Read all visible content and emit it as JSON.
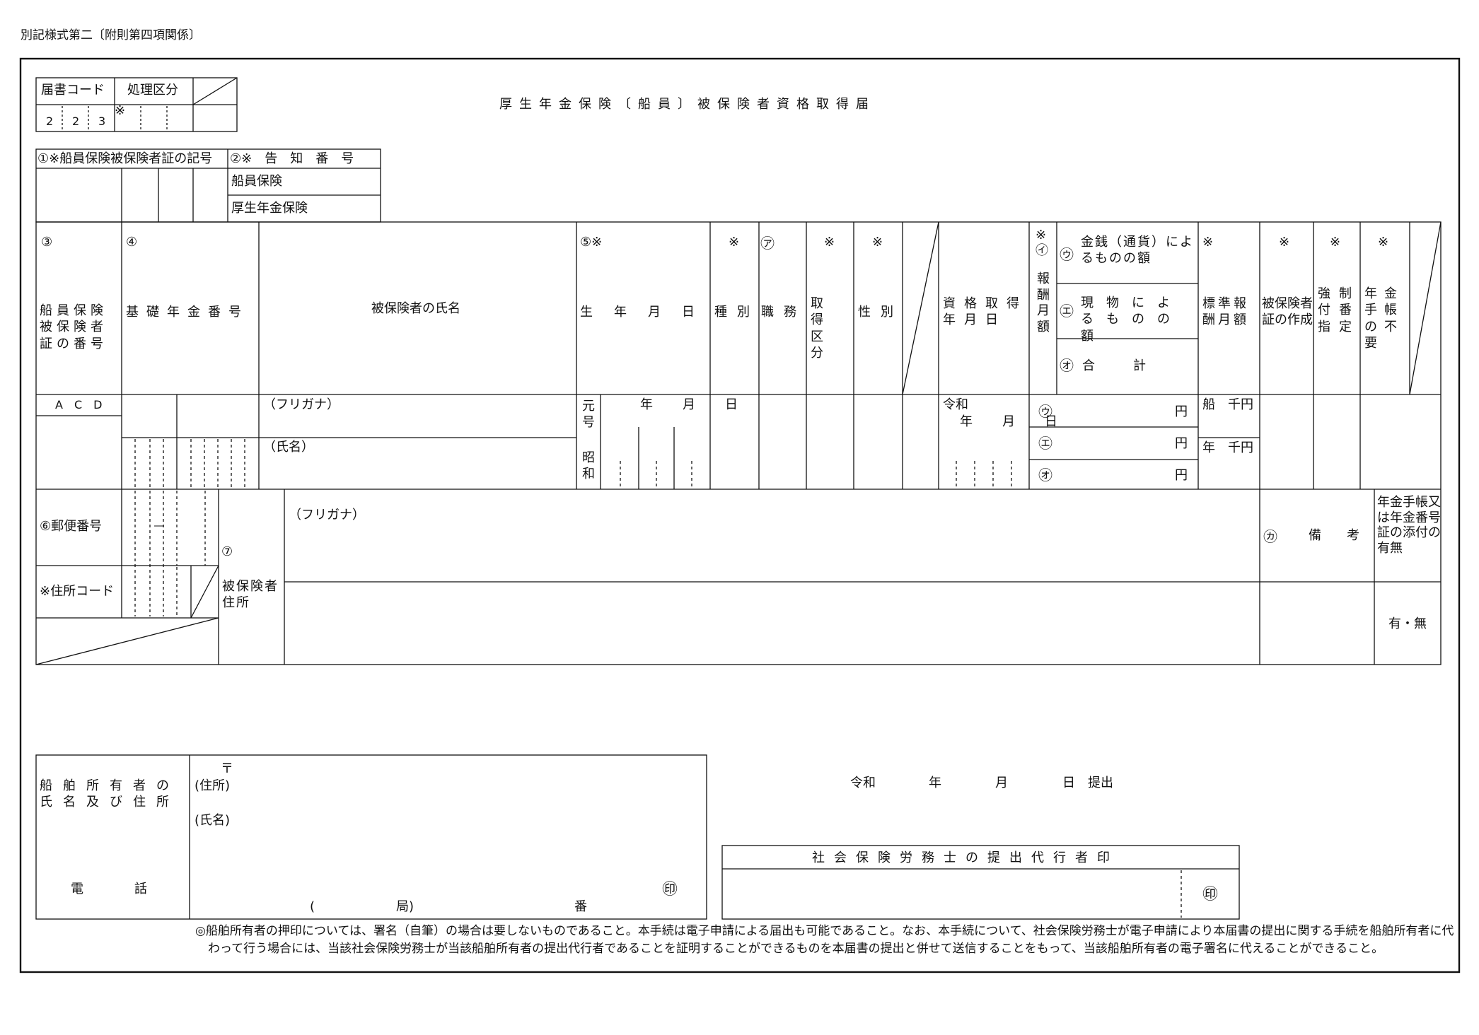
{
  "header_caption": "別記様式第二〔附則第四項関係〕",
  "title": "厚生年金保険〔船員〕被保険者資格取得届",
  "form_code": {
    "label": "届書コード",
    "digits": [
      "2",
      "2",
      "3"
    ],
    "proc_label": "処理区分",
    "proc_mark": "※"
  },
  "sec1": {
    "label": "①※船員保険被保険者証の記号"
  },
  "sec2": {
    "label": "②※　告　知　番　号",
    "row1": "船員保険",
    "row2": "厚生年金保険"
  },
  "cols": {
    "c3_num": "③",
    "c3_label": "船員保険被保険者証の番号",
    "c4_num": "④",
    "c4_label": "基礎年金番号",
    "name_label": "被保険者の氏名",
    "c5_num": "⑤※",
    "c5_label": "生　年　月　日",
    "kind_mark": "※",
    "kind_label": "種別",
    "job_mark": "㋐",
    "job_label": "職務",
    "acq_mark": "※",
    "acq_label": "取得区分",
    "sex_mark": "※",
    "sex_label": "性別",
    "qual_label": "資格取得年月日",
    "rem_mark": "※㋑",
    "rem_label": "報酬月額",
    "money_mark": "㋒",
    "money_label": "金銭（通貨）によるものの額",
    "goods_mark": "㋓",
    "goods_label": "現物によるものの額",
    "total_mark": "㋔",
    "total_label": "合　　　計",
    "std_mark": "※",
    "std_label": "標準報酬月額",
    "card_mark": "※",
    "card_label": "被保険者証の作成",
    "forced_mark": "※",
    "forced_label": "強制付番指定",
    "pen_mark": "※",
    "pen_label": "年金手帳の不要"
  },
  "row": {
    "acd": "A　C　D",
    "furigana": "（フリガナ）",
    "shimei": "（氏名）",
    "gengo": "元号",
    "showa": "昭和",
    "ymd": "年　月　日",
    "reiwa": "令和",
    "ymd2": "年　月　日",
    "yen_u": "円",
    "yen_e": "円",
    "yen_o": "円",
    "mark_u": "㋒",
    "mark_e": "㋓",
    "mark_o": "㋔",
    "sen_label": "船",
    "sen_unit": "千円",
    "nen_label": "年",
    "nen_unit": "千円"
  },
  "addr": {
    "postal_label": "⑥郵便番号",
    "postal_dash": "―",
    "addr_code_label": "※住所コード",
    "c7_num": "⑦",
    "c7_label": "被保険者住所",
    "furigana": "（フリガナ）",
    "remarks_mark": "㋕",
    "remarks_label": "備　　考",
    "attach_label": "年金手帳又は年金番号証の添付の有無",
    "attach_value": "有・無"
  },
  "owner": {
    "label": "船舶所有者の氏名及び住所",
    "postal": "〒",
    "addr_label": "(住所)",
    "name_label": "(氏名)",
    "tel_label": "電　　　　話",
    "tel_open": "(",
    "tel_kyoku": "局)",
    "tel_ban": "番",
    "seal": "㊞"
  },
  "submit": {
    "reiwa": "令和",
    "nen": "年",
    "tsuki": "月",
    "hi": "日",
    "teishutsu": "提出"
  },
  "agent": {
    "label": "社会保険労務士の提出代行者印",
    "seal": "㊞"
  },
  "note": "◎船舶所有者の押印については、署名（自筆）の場合は要しないものであること。本手続は電子申請による届出も可能であること。なお、本手続について、社会保険労務士が電子申請により本届書の提出に関する手続を船舶所有者に代わって行う場合には、当該社会保険労務士が当該船舶所有者の提出代行者であることを証明することができるものを本届書の提出と併せて送信することをもって、当該船舶所有者の電子署名に代えることができること。"
}
